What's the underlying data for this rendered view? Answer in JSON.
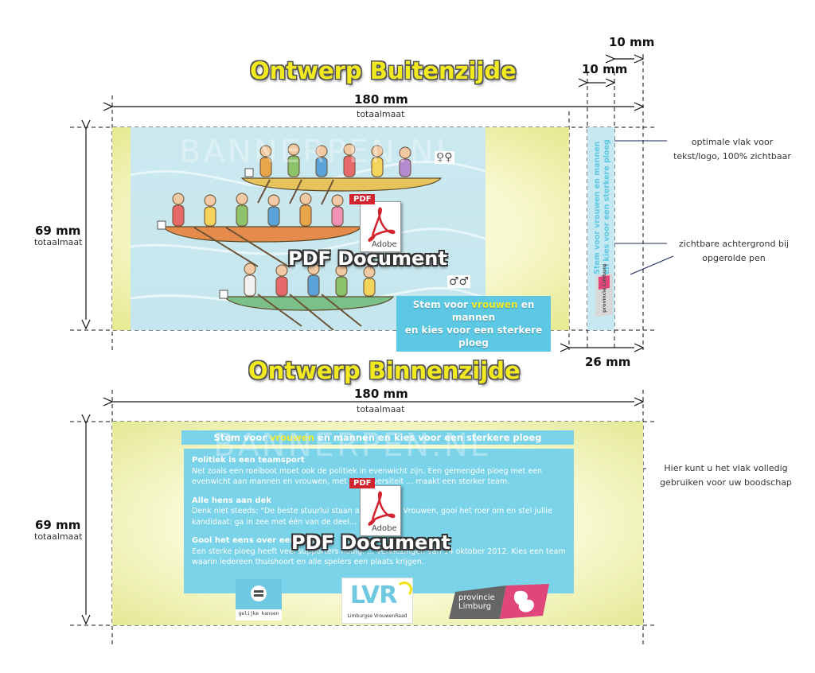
{
  "outer": {
    "title": "Ontwerp Buitenzijde",
    "width_label": "180 mm",
    "width_sub": "totaalmaat",
    "height_label": "69 mm",
    "height_sub": "totaalmaat",
    "right_top_label": "10 mm",
    "right_mid_label": "10 mm",
    "right_bottom_label": "26 mm",
    "note1": "optimale vlak voor tekst/logo, 100% zichtbaar",
    "note2": "zichtbare achtergrond bij opgerolde pen",
    "slogan_a": "Stem voor ",
    "slogan_hl": "vrouwen",
    "slogan_b": " en mannen",
    "slogan_c": "en kies voor een sterkere ploeg",
    "gender_female": "♀♀",
    "gender_male": "♂♂",
    "strip_line1": "Stem voor vrouwen en mannen",
    "strip_line2": "en kies voor een sterkere ploeg",
    "strip_logo": "provincie Limburg"
  },
  "inner": {
    "title": "Ontwerp Binnenzijde",
    "width_label": "180 mm",
    "width_sub": "totaalmaat",
    "height_label": "69 mm",
    "height_sub": "totaalmaat",
    "note": "Hier kunt u het vlak volledig gebruiken voor uw boodschap",
    "header_a": "Stem voor ",
    "header_hl": "vrouwen",
    "header_b": " en mannen en kies voor een sterkere ploeg",
    "s1_title": "Politiek is een teamsport",
    "s1_body": "Net zoals een roeiboot moet ook de politiek in evenwicht zijn. Een gemengde ploeg met een evenwicht aan mannen en vrouwen, met een diversiteit ... maakt een sterker team.",
    "s2_title": "Alle hens aan dek",
    "s2_body": "Denk niet steeds: \"De beste stuurlui staan aan ... mee! Vrouwen, gooi het roer om en stel jullie kandidaat: ga in zee met één van de deel... teams.",
    "s3_title": "Gooi het eens over een and...",
    "s3_body": "Een sterke ploeg heeft veel supporters nodig. ... verkiezingen van 14 oktober 2012. Kies een team waarin iedereen thuishoort en alle spelers een plaats krijgen.",
    "logo1_text": "gelijke kansen",
    "logo2_text": "LVR",
    "logo2_sub": "Limburgse VrouwenRaad",
    "logo3_line1": "provincie",
    "logo3_line2": "Limburg"
  },
  "overlay": {
    "pdf_tab": "PDF",
    "pdf_brand": "Adobe",
    "pdf_label": "PDF Document",
    "watermark": "BANNERPEN.NL"
  },
  "colors": {
    "title_yellow": "#f2ea1f",
    "accent_blue": "#5cc8e4",
    "panel_yellow": "#e5e98e",
    "limburg_pink": "#e0467a",
    "pdf_red": "#d3232f"
  }
}
